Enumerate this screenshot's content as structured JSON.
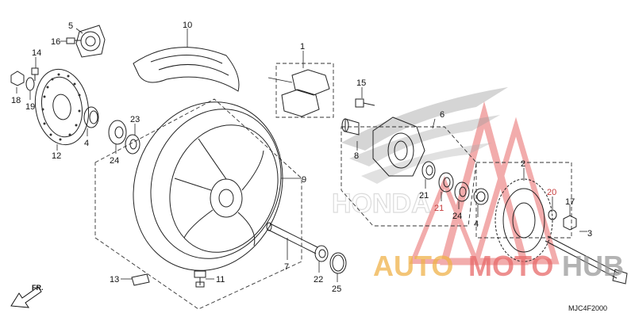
{
  "diagram": {
    "code": "MJC4F2000",
    "front_label": "FR.",
    "callouts": [
      {
        "id": "c1",
        "text": "1"
      },
      {
        "id": "c2",
        "text": "2"
      },
      {
        "id": "c3",
        "text": "3"
      },
      {
        "id": "c4a",
        "text": "4"
      },
      {
        "id": "c4b",
        "text": "4"
      },
      {
        "id": "c5",
        "text": "5"
      },
      {
        "id": "c6",
        "text": "6"
      },
      {
        "id": "c7",
        "text": "7"
      },
      {
        "id": "c8",
        "text": "8"
      },
      {
        "id": "c9",
        "text": "9"
      },
      {
        "id": "c10",
        "text": "10"
      },
      {
        "id": "c11",
        "text": "11"
      },
      {
        "id": "c12",
        "text": "12"
      },
      {
        "id": "c13",
        "text": "13"
      },
      {
        "id": "c14",
        "text": "14"
      },
      {
        "id": "c15",
        "text": "15"
      },
      {
        "id": "c16",
        "text": "16"
      },
      {
        "id": "c17",
        "text": "17"
      },
      {
        "id": "c18",
        "text": "18"
      },
      {
        "id": "c19",
        "text": "19"
      },
      {
        "id": "c20",
        "text": "20"
      },
      {
        "id": "c21a",
        "text": "21"
      },
      {
        "id": "c21b",
        "text": "21"
      },
      {
        "id": "c22",
        "text": "22"
      },
      {
        "id": "c23",
        "text": "23"
      },
      {
        "id": "c24a",
        "text": "24"
      },
      {
        "id": "c24b",
        "text": "24"
      },
      {
        "id": "c25",
        "text": "25"
      }
    ]
  },
  "watermark": {
    "part1": "AUTO",
    "part2": "MOTO",
    "part3": "HUB",
    "colors": {
      "auto": "#f0b24a",
      "moto": "#e86a6a",
      "hub": "#9a9a9a",
      "triangle": "#e86a6a"
    }
  },
  "brand_logo": "HONDA"
}
